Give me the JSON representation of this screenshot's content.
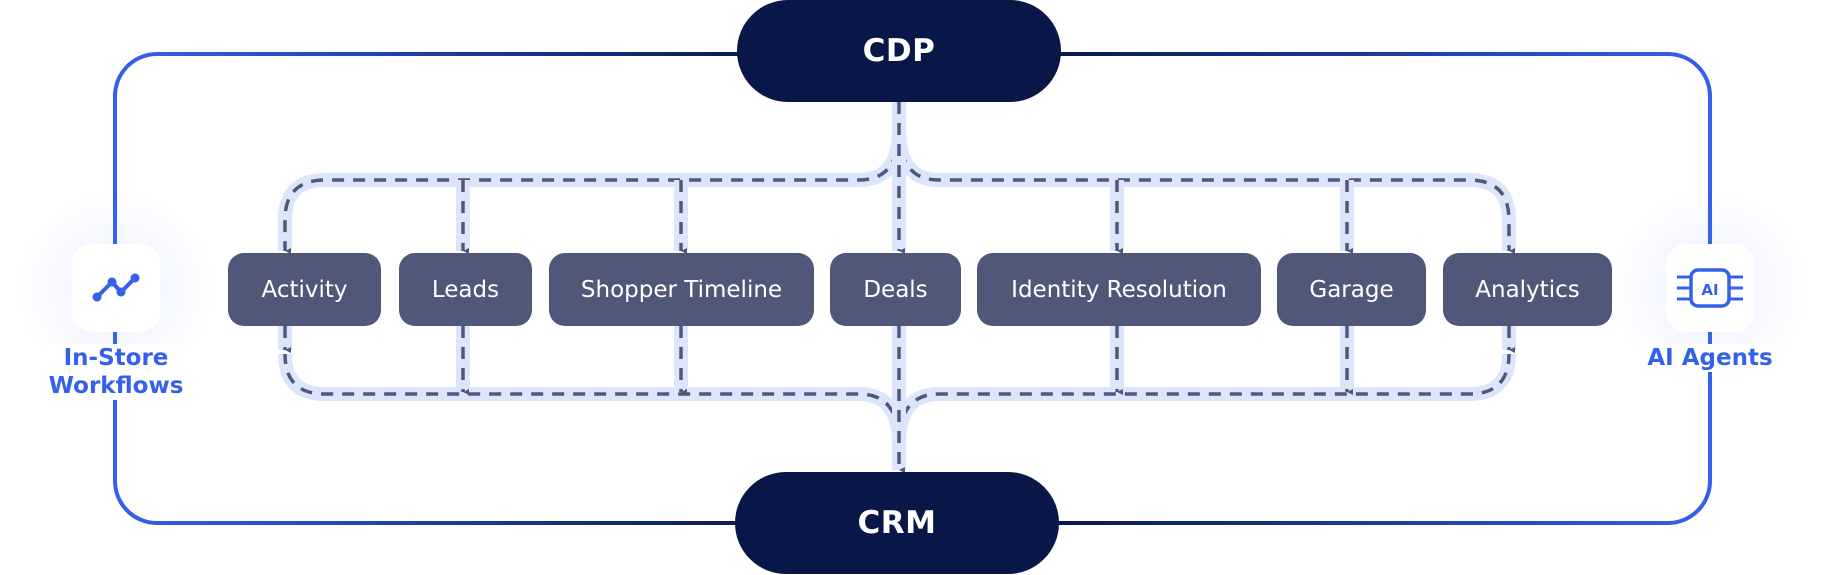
{
  "diagram": {
    "source": "CDP",
    "target": "CRM",
    "modules": [
      {
        "label": "Activity"
      },
      {
        "label": "Leads"
      },
      {
        "label": "Shopper Timeline"
      },
      {
        "label": "Deals"
      },
      {
        "label": "Identity Resolution"
      },
      {
        "label": "Garage"
      },
      {
        "label": "Analytics"
      }
    ],
    "left_integration": {
      "label_line1": "In-Store",
      "label_line2": "Workflows",
      "icon": "line-chart-icon"
    },
    "right_integration": {
      "label": "AI Agents",
      "icon": "ai-chip-icon",
      "icon_text": "AI"
    },
    "colors": {
      "pill": "#081648",
      "module": "#50587a",
      "frame_blue": "#3461ec",
      "frame_navy": "#081648",
      "path_bg": "#dbe5fb",
      "path_dash": "#50587a",
      "accent_text": "#3461ec"
    }
  }
}
